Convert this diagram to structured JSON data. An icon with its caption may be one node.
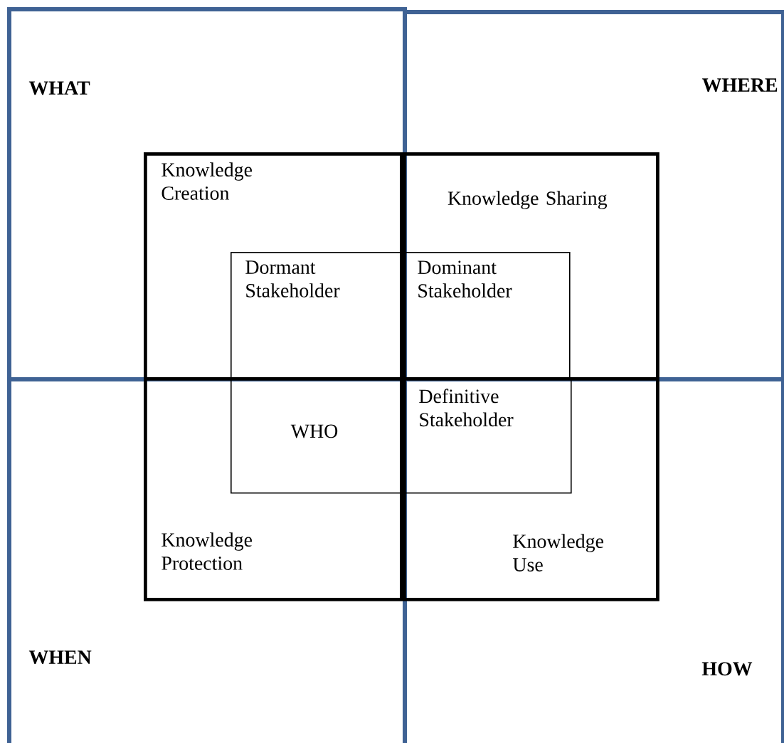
{
  "diagram": {
    "nodes": [
      {
        "text": [
          "WHAT"
        ]
      },
      {
        "text": [
          "Knowledge Creation"
        ],
        "in": 0
      },
      {
        "text": [
          "Dormant Stakeholder"
        ],
        "in": 1
      },
      {
        "text": [
          "WHERE"
        ]
      },
      {
        "text": [
          "Knowledge Sharing"
        ],
        "in": 3
      },
      {
        "text": [
          "Dominant Stakeholder"
        ],
        "in": 4
      },
      {
        "text": [
          "WHEN"
        ]
      },
      {
        "text": [
          "Knowledge Protection"
        ],
        "in": 6
      },
      {
        "text": [
          "WHO"
        ],
        "in": 7
      },
      {
        "text": [
          "HOW"
        ]
      },
      {
        "text": [
          "Knowledge Use"
        ],
        "in": 9
      },
      {
        "text": [
          "Definitive Stakeholder"
        ],
        "in": 10
      }
    ]
  }
}
